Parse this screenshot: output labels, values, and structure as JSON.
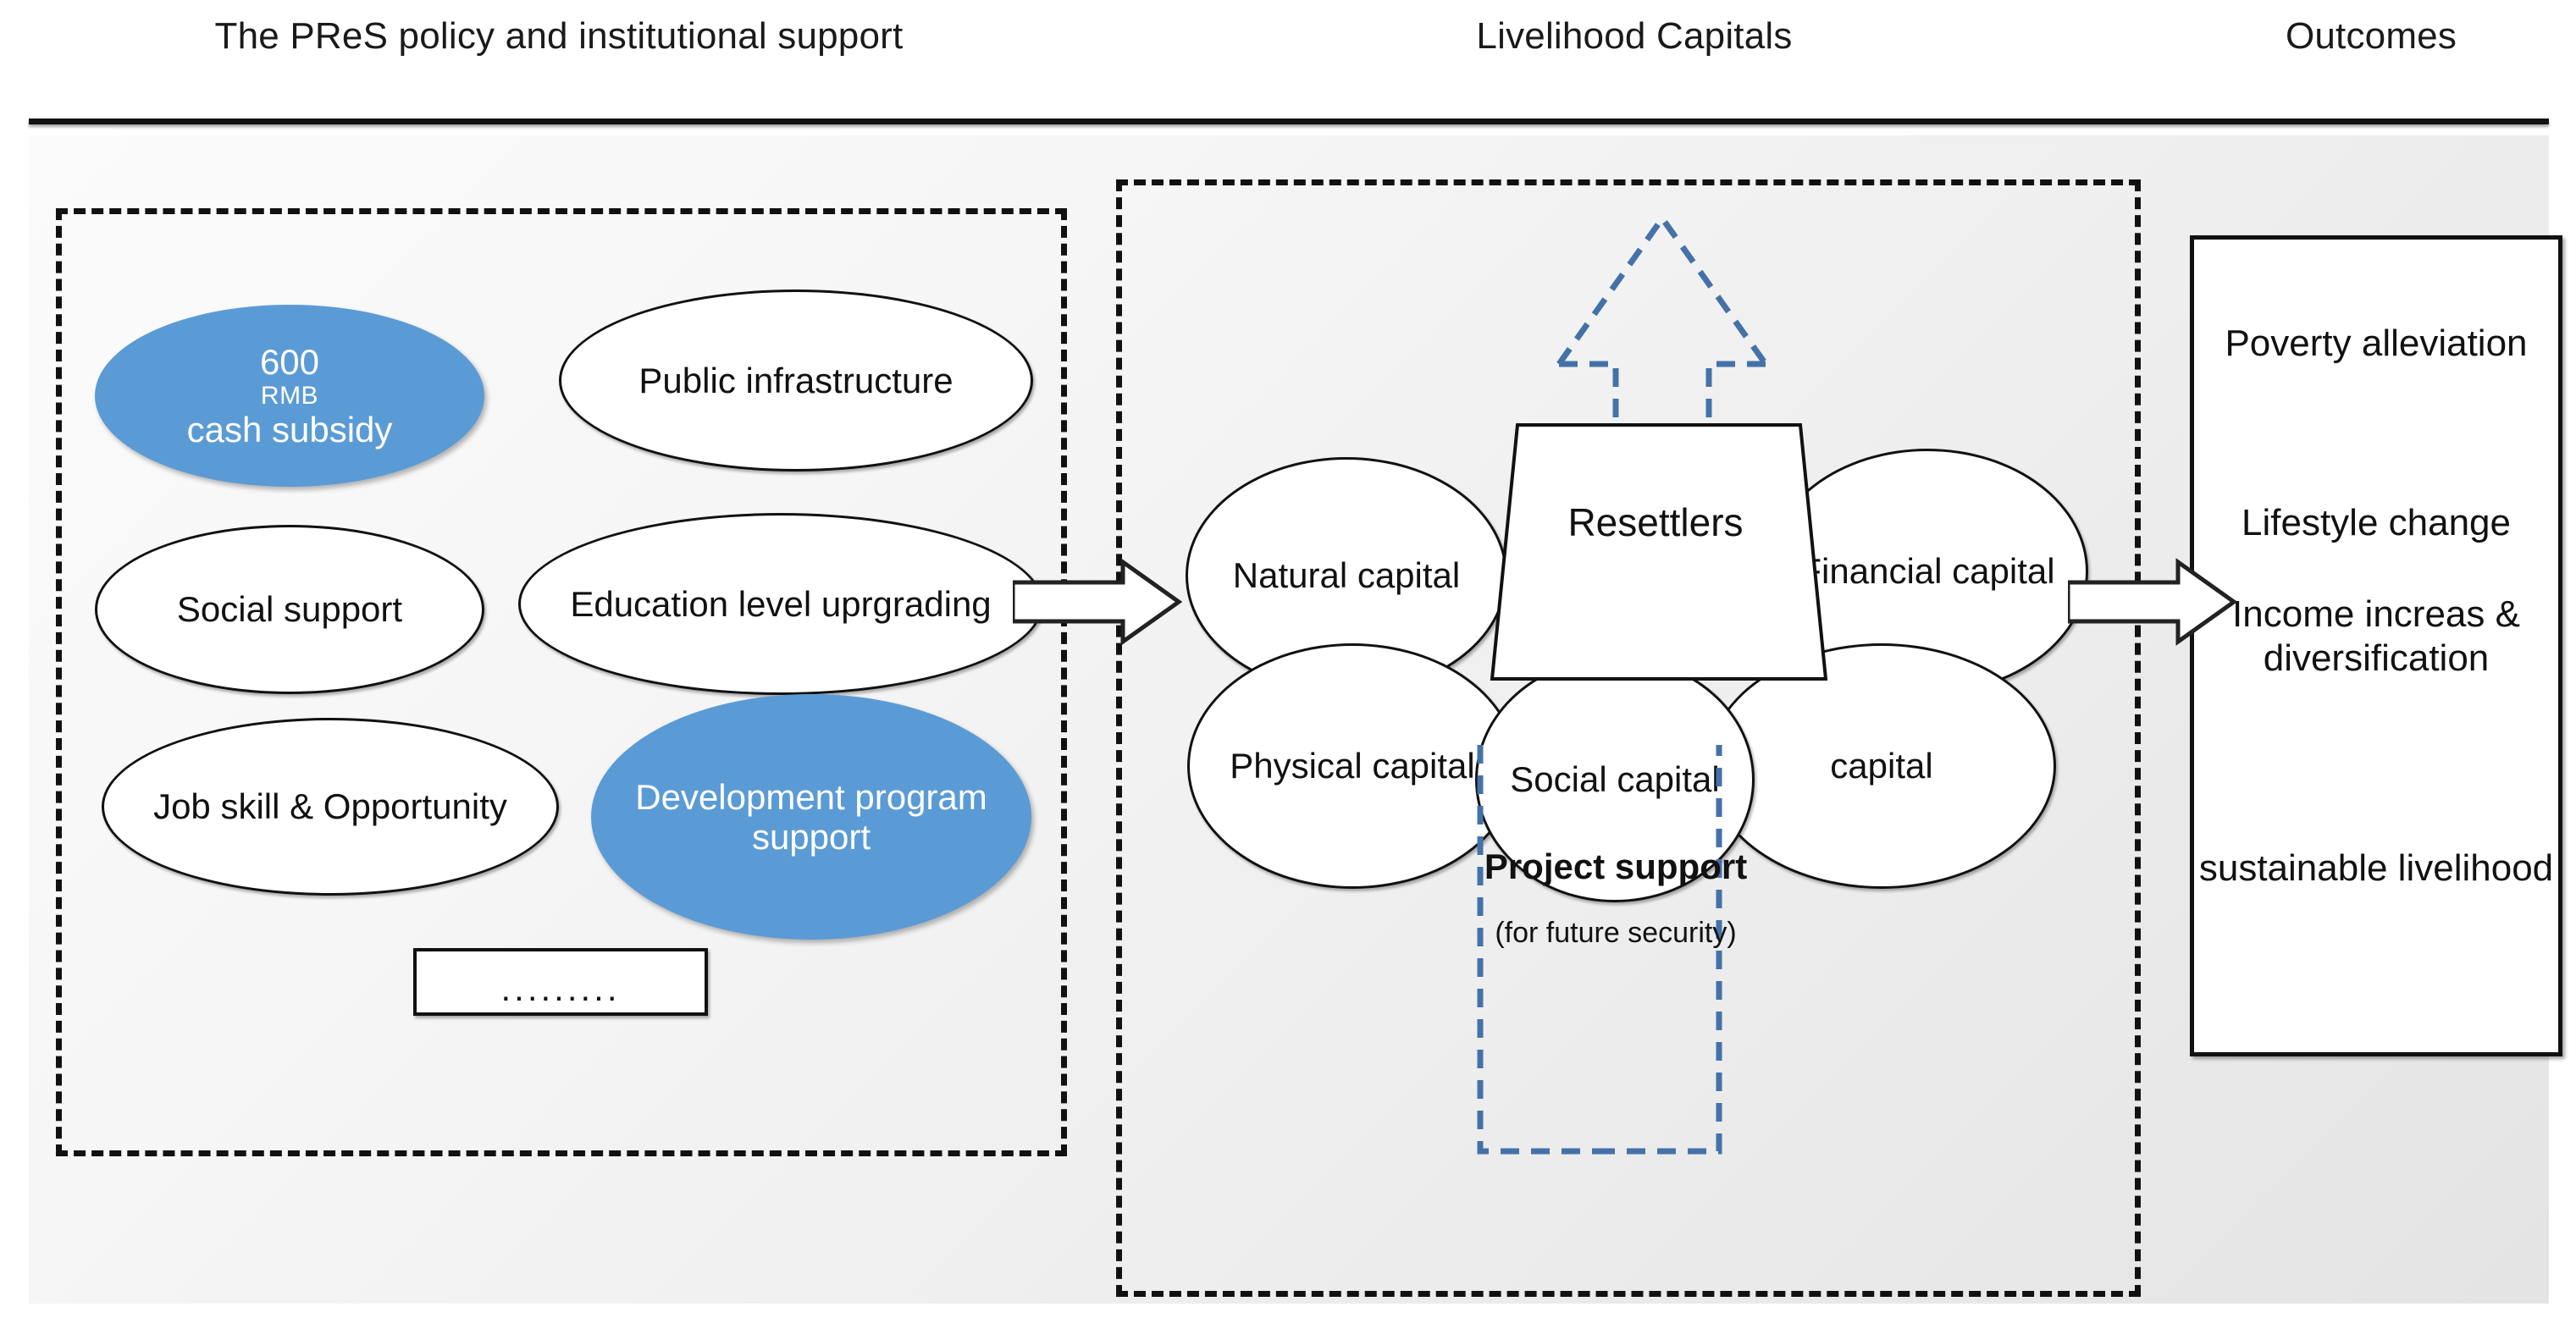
{
  "headers": {
    "policy": "The PReS policy and institutional support",
    "capitals": "Livelihood Capitals",
    "outcomes": "Outcomes"
  },
  "colors": {
    "accent_blue": "#5B9BD5",
    "dashed_border": "#111111",
    "arrow_blue": "#4472A8",
    "text": "#111111"
  },
  "policy_panel": {
    "nodes": [
      {
        "id": "cash-subsidy",
        "text_main": "600",
        "text_small": "RMB",
        "text_rest": " cash subsidy",
        "style": "blue"
      },
      {
        "id": "public-infrastructure",
        "label": "Public infrastructure",
        "style": "plain"
      },
      {
        "id": "social-support",
        "label": "Social support",
        "style": "plain"
      },
      {
        "id": "education-upgrading",
        "label": "Education level uprgrading",
        "style": "plain"
      },
      {
        "id": "job-skill",
        "label": "Job skill & Opportunity",
        "style": "plain"
      },
      {
        "id": "development-program",
        "label": "Development program support",
        "style": "blue"
      }
    ],
    "ellipsis_box": "........."
  },
  "capitals_panel": {
    "center_label": "Resettlers",
    "capitals": [
      {
        "id": "natural",
        "label": "Natural capital"
      },
      {
        "id": "financial",
        "label": "Financial capital"
      },
      {
        "id": "physical",
        "label": "Physical capital"
      },
      {
        "id": "social",
        "label": "Social capital"
      },
      {
        "id": "human",
        "label": "capital"
      }
    ],
    "project_support": {
      "title": "Project support",
      "subtitle": "(for future security)"
    }
  },
  "outcomes_panel": {
    "items": [
      "Poverty alleviation",
      "Lifestyle change",
      "Income increas & diversification",
      "sustainable livelihood"
    ]
  },
  "arrows": {
    "policy_to_capitals": "right-block-arrow",
    "capitals_to_outcomes": "right-block-arrow",
    "capitals_upward": "up-dashed-arrow"
  }
}
